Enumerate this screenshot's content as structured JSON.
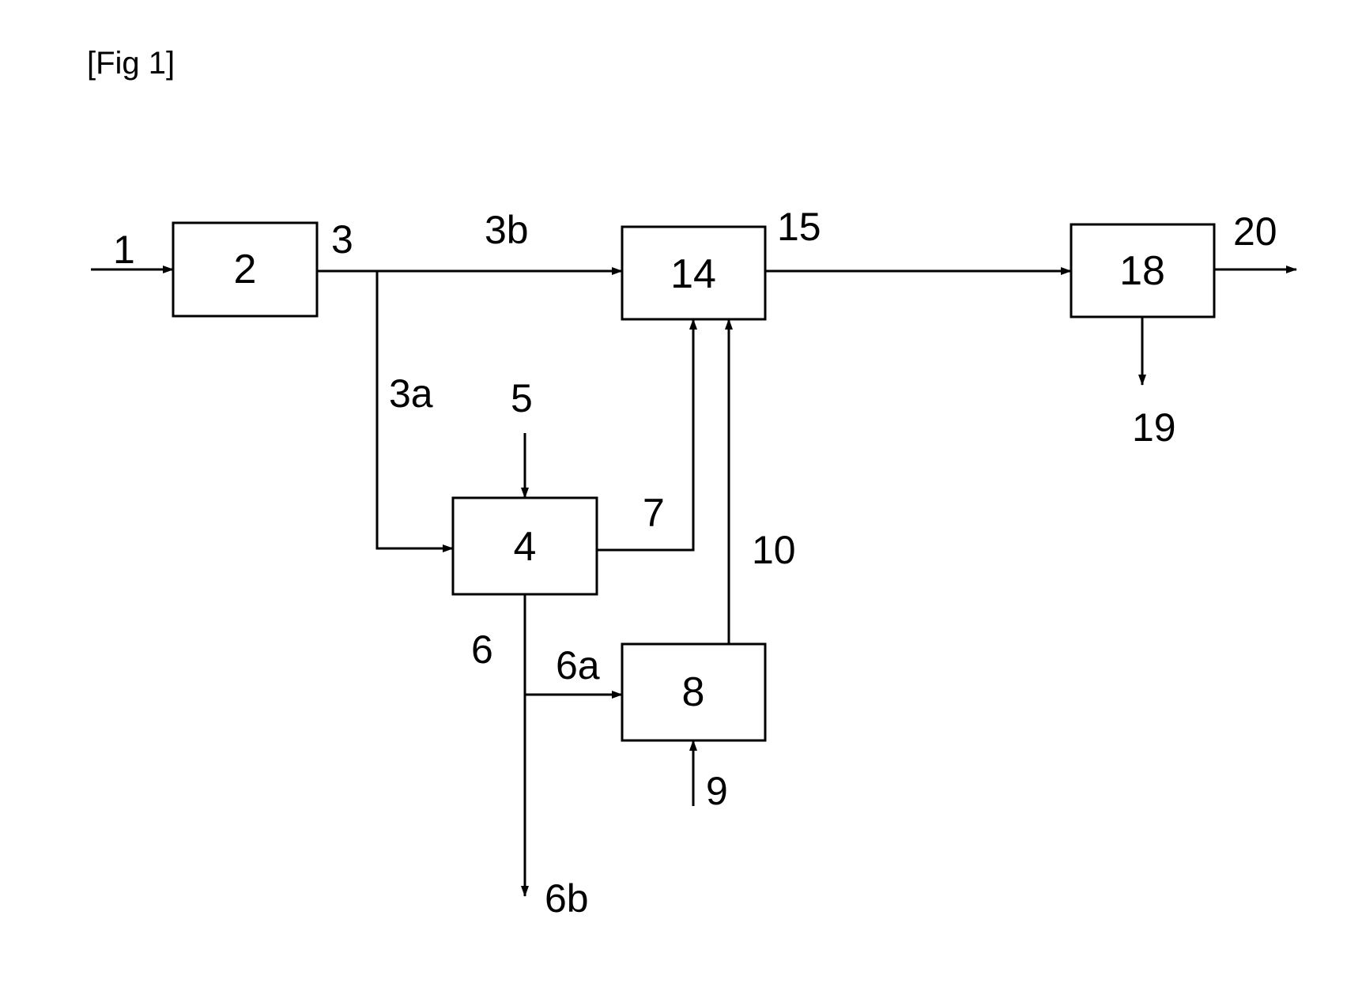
{
  "figure": {
    "title": "[Fig 1]"
  },
  "boxes": {
    "b2": "2",
    "b4": "4",
    "b8": "8",
    "b14": "14",
    "b18": "18"
  },
  "streams": {
    "s1": "1",
    "s3": "3",
    "s3a": "3a",
    "s3b": "3b",
    "s5": "5",
    "s6": "6",
    "s6a": "6a",
    "s6b": "6b",
    "s7": "7",
    "s9": "9",
    "s10": "10",
    "s15": "15",
    "s19": "19",
    "s20": "20"
  },
  "colors": {
    "line": "#000000",
    "background": "#ffffff"
  }
}
